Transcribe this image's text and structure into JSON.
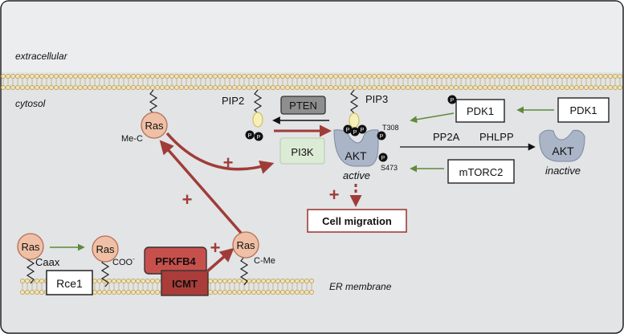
{
  "regions": {
    "extracellular": "extracellular",
    "cytosol": "cytosol",
    "er_membrane": "ER membrane"
  },
  "lipids": {
    "pip2": "PIP2",
    "pip3": "PIP3",
    "phospho": "P"
  },
  "ras": {
    "label": "Ras",
    "caax": "Caax",
    "coo": "COO",
    "coo_sup": "-",
    "c_me": "C-Me",
    "me_c": "Me-C"
  },
  "enzymes": {
    "rce1": "Rce1",
    "pfkfb4": "PFKFB4",
    "icmt": "ICMT",
    "pten": "PTEN",
    "pi3k": "PI3K",
    "pdk1": "PDK1",
    "mtorc2": "mTORC2",
    "pp2a": "PP2A",
    "phlpp": "PHLPP"
  },
  "akt": {
    "label": "AKT",
    "active": "active",
    "inactive": "inactive",
    "t308": "T308",
    "s473": "S473"
  },
  "outcome": {
    "cell_migration": "Cell migration"
  },
  "signs": {
    "plus": "+"
  },
  "colors": {
    "background": "#e2e4e6",
    "extracellular": "#ecedee",
    "membrane_head": "#f3e2b3",
    "membrane_edge": "#b59a4e",
    "ras_fill": "#efc0a6",
    "ras_edge": "#b46e55",
    "pfkfb4": "#c8504c",
    "icmt": "#aa3c39",
    "red_arrow": "#a03c38",
    "green_arrow": "#5f8a3c",
    "pten_fill": "#8e8e8e",
    "pi3k_fill": "#dcebd5",
    "akt_fill": "#aab5c8",
    "pip_head": "#f6efb6"
  }
}
